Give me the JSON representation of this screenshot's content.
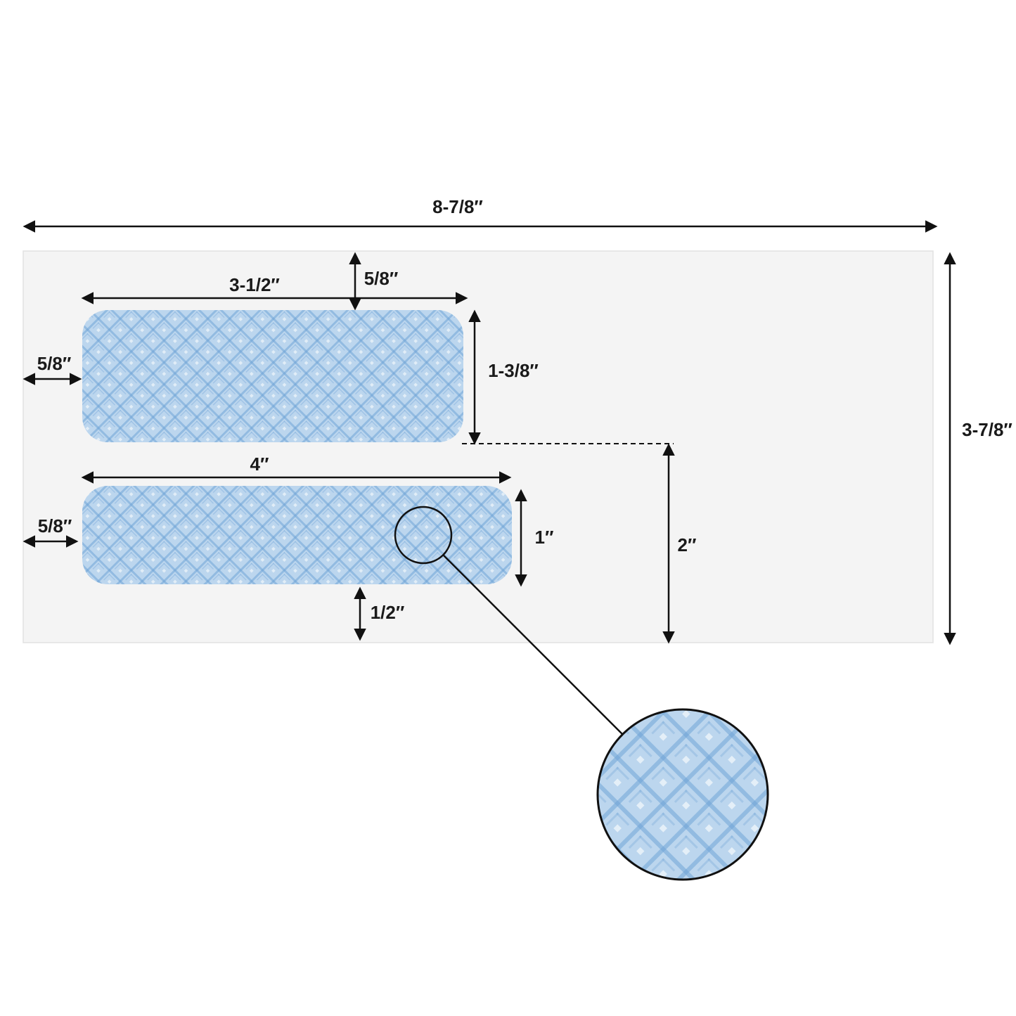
{
  "colors": {
    "background": "#ffffff",
    "envelope_face": "#f4f4f4",
    "window_tint": "#bcd6ee",
    "window_pattern": "#6fa3d6",
    "window_highlight": "#ffffff",
    "line": "#111111"
  },
  "dimensions": {
    "envelope_width": "8-7/8″",
    "envelope_height": "3-7/8″",
    "top_window_width": "3-1/2″",
    "top_window_top_margin": "5/8″",
    "top_window_left_margin": "5/8″",
    "top_window_height": "1-3/8″",
    "bottom_window_width": "4″",
    "bottom_window_left_margin": "5/8″",
    "bottom_window_height": "1″",
    "bottom_window_bottom_margin": "1/2″",
    "top_window_bottom_to_envelope_bottom": "2″"
  },
  "magnifier": {
    "depicts": "window tint pattern close-up"
  }
}
